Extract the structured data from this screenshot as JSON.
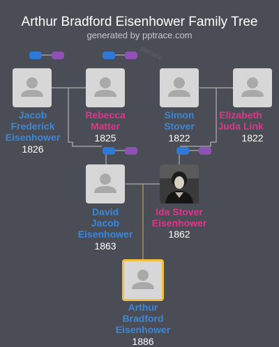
{
  "header": {
    "title": "Arthur Bradford Eisenhower Family Tree",
    "subtitle": "generated by pptrace.com",
    "watermark": "pptrace"
  },
  "colors": {
    "male": "#3b87d9",
    "female": "#e0358a",
    "focus_border": "#f0c040",
    "line": "#c8c8c8",
    "focus_line": "#e0b040"
  },
  "people": {
    "jacob": {
      "name": "Jacob Frederick Eisenhower",
      "name_lines": [
        "Jacob",
        "Frederick",
        "Eisenhower"
      ],
      "year": "1826",
      "gender": "male"
    },
    "rebecca": {
      "name": "Rebecca Matter",
      "name_lines": [
        "Rebecca",
        "Matter"
      ],
      "year": "1825",
      "gender": "female"
    },
    "simon": {
      "name": "Simon Stover",
      "name_lines": [
        "Simon",
        "Stover"
      ],
      "year": "1822",
      "gender": "male"
    },
    "elizabeth": {
      "name": "Elizabeth Juda Link",
      "name_lines": [
        "Elizabeth",
        "Juda Link"
      ],
      "year": "1822",
      "gender": "female"
    },
    "david": {
      "name": "David Jacob Eisenhower",
      "name_lines": [
        "David",
        "Jacob",
        "Eisenhower"
      ],
      "year": "1863",
      "gender": "male"
    },
    "ida": {
      "name": "Ida Stover Eisenhower",
      "name_lines": [
        "Ida Stover",
        "Eisenhower"
      ],
      "year": "1862",
      "gender": "female"
    },
    "arthur": {
      "name": "Arthur Bradford Eisenhower",
      "name_lines": [
        "Arthur",
        "Bradford",
        "Eisenhower"
      ],
      "year": "1886",
      "gender": "male"
    }
  }
}
